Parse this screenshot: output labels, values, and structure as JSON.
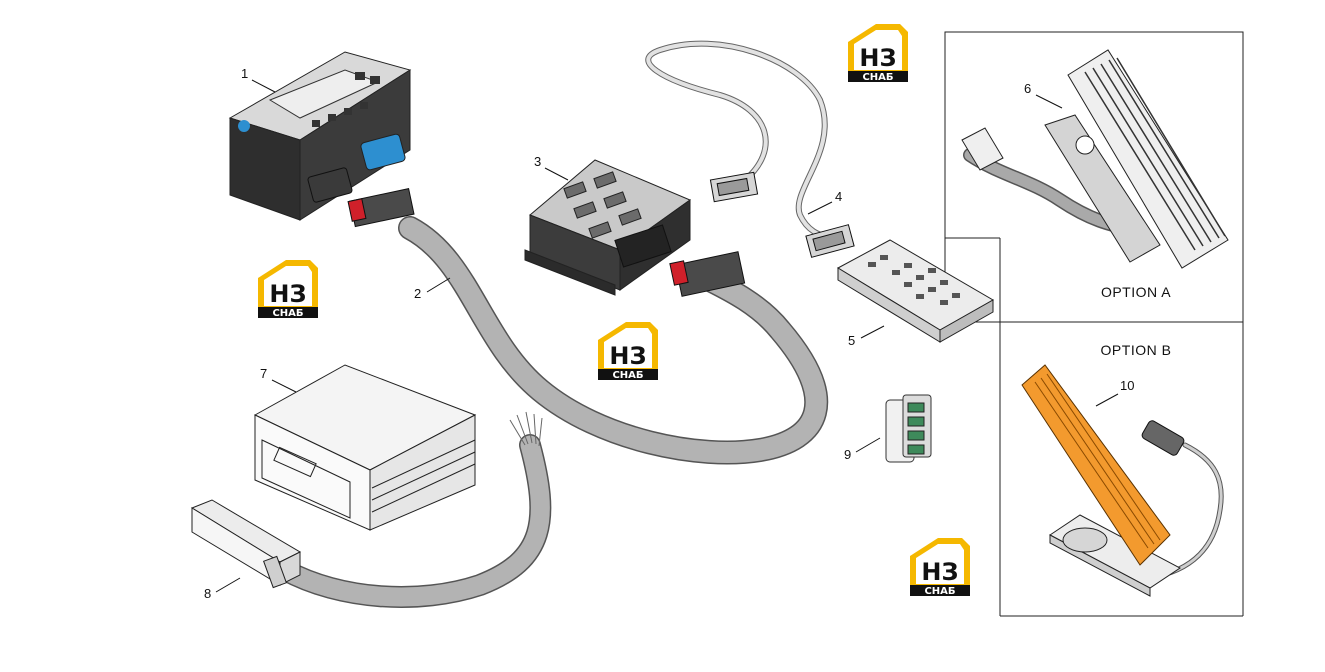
{
  "callouts": {
    "c1": "1",
    "c2": "2",
    "c3": "3",
    "c4": "4",
    "c5": "5",
    "c6": "6",
    "c7": "7",
    "c8": "8",
    "c9": "9",
    "c10": "10"
  },
  "panels": {
    "option_a": "OPTION   A",
    "option_b": "OPTION   B"
  },
  "logo": {
    "mark": "НЗ",
    "caption": "СНАБ",
    "accent": "#f5b800"
  },
  "colors": {
    "pedal_orange": "#f39a2e",
    "connector_blue": "#2d8fd0",
    "connector_red": "#d0202a",
    "cable_grey": "#a9a9a9"
  },
  "icons": {
    "unit1": "console-display-unit",
    "unit3": "junction-box",
    "unit5": "handheld-programmer",
    "unit6": "accelerator-pedal",
    "unit7": "controller-box",
    "unit8": "wiring-harness-connector",
    "unit9": "terminal-adapter",
    "unit10": "orange-accelerator-pedal"
  }
}
